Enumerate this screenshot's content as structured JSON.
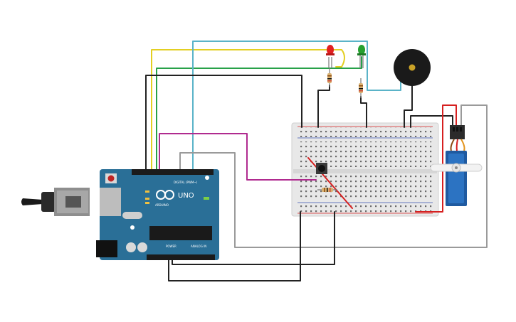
{
  "board": {
    "name": "UNO",
    "brand": "ARDUINO",
    "digital_label": "DIGITAL (PWM~)",
    "power_label": "POWER",
    "analog_label": "ANALOG IN",
    "color": "#2a6f97"
  },
  "wire_colors": {
    "yellow": "#e3cf22",
    "green": "#27a149",
    "cyan": "#5ab3c8",
    "black": "#222222",
    "magenta": "#b02a8f",
    "gray": "#9a9a9a",
    "red": "#d62020"
  },
  "components": [
    "red-led",
    "green-led",
    "piezo-buzzer",
    "servo-motor",
    "push-button",
    "resistor",
    "breadboard",
    "usb-cable",
    "power-jack"
  ]
}
